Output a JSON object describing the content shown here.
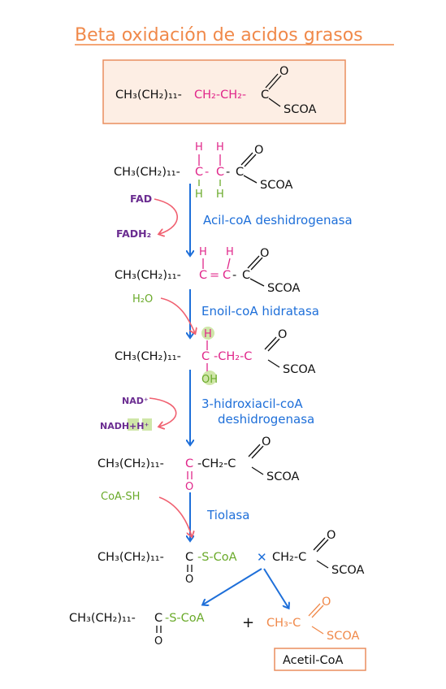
{
  "title": "Beta oxidación de acidos grasos",
  "colors": {
    "title": "#f0894a",
    "box_border": "#ea8e5f",
    "box_fill": "#fdeee4",
    "black": "#111111",
    "magenta": "#e0268a",
    "green": "#6aaa2a",
    "blue": "#1e6fd9",
    "purple": "#6b2d91",
    "pink_arrow": "#f06070",
    "orange": "#f0894a",
    "highlight": "#cfe6a8"
  },
  "start_molecule": {
    "chain": "CH₃(CH₂)₁₁-",
    "mid": "CH₂-CH₂-",
    "c": "C",
    "o": "O",
    "scoa": "SCOA"
  },
  "step1": {
    "chain": "CH₃(CH₂)₁₁-",
    "c1": "C",
    "dash": "-",
    "c2": "C",
    "dash2": "-",
    "c3": "C",
    "h": "H",
    "o": "O",
    "scoa": "SCOA",
    "cofactor_in": "FAD",
    "cofactor_out": "FADH₂",
    "enzyme": "Acil-coA deshidrogenasa"
  },
  "step2": {
    "chain": "CH₃(CH₂)₁₁-",
    "c1": "C",
    "eq": "=",
    "c2": "C",
    "dash": "-",
    "c3": "C",
    "h": "H",
    "o": "O",
    "scoa": "SCOA",
    "cofactor_in": "H₂O",
    "enzyme": "Enoil-coA hidratasa"
  },
  "step3": {
    "chain": "CH₃(CH₂)₁₁-",
    "c": "C",
    "h": "H",
    "oh": "OH",
    "mid": "-CH₂-C",
    "o": "O",
    "scoa": "SCOA",
    "cofactor_in": "NAD⁺",
    "cofactor_out": "NADH+H⁺",
    "enzyme_line1": "3-hidroxiacil-coA",
    "enzyme_line2": "deshidrogenasa"
  },
  "step4": {
    "chain": "CH₃(CH₂)₁₁-",
    "c": "C",
    "o": "O",
    "mid": "-CH₂-C",
    "scoa": "SCOA",
    "cofactor_in": "CoA-SH",
    "enzyme": "Tiolasa"
  },
  "step5": {
    "chain": "CH₃(CH₂)₁₁-",
    "c": "C",
    "o": "O",
    "s_coa": "-S-CoA",
    "cut": "✕",
    "right": "CH₂-C",
    "scoa": "SCOA"
  },
  "products": {
    "left_chain": "CH₃(CH₂)₁₁-",
    "left_c": "C",
    "left_o": "O",
    "left_s_coa": "-S-CoA",
    "plus": "+",
    "right_ch3": "CH₃-C",
    "right_o": "O",
    "right_scoa": "SCOA",
    "acetyl_label": "Acetil-CoA"
  }
}
